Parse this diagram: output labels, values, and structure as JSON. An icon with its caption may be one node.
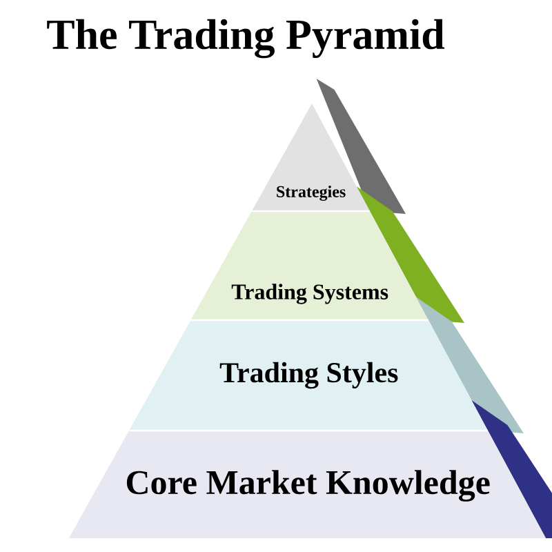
{
  "diagram": {
    "title": "The Trading Pyramid",
    "nodes": [
      {
        "text": [
          "Strategies"
        ]
      },
      {
        "text": [
          "Trading Systems"
        ]
      },
      {
        "text": [
          "Trading Styles"
        ]
      },
      {
        "text": [
          "Core Market Knowledge"
        ]
      }
    ]
  }
}
